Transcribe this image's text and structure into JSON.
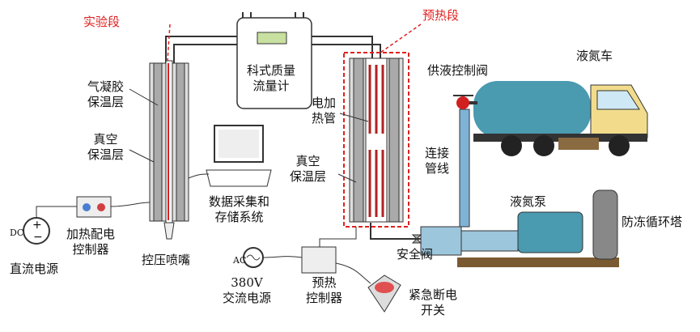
{
  "labels": {
    "test_section": "实验段",
    "preheat_section": "预热段",
    "flowmeter": "科式质量\n流量计",
    "aerogel": "气凝胶\n保温层",
    "vacuum_left": "真空\n保温层",
    "heater_tube": "电加\n热管",
    "vacuum_right": "真空\n保温层",
    "supply_valve": "供液控制阀",
    "tanker": "液氮车",
    "connecting_pipe": "连接\n管线",
    "daq": "数据采集和\n存储系统",
    "pump": "液氮泵",
    "antifreeze_tower": "防冻循环塔",
    "dc": "DC",
    "heating_controller": "加热配电\n控制器",
    "dc_power": "直流电源",
    "nozzle": "控压喷嘴",
    "safety_valve": "安全阀",
    "ac": "AC",
    "ac_power": "380V\n交流电源",
    "preheat_controller": "预热\n控制器",
    "emergency_switch": "紧急断电\n开关"
  },
  "colors": {
    "accent": "#e02020",
    "pipe": "#7fb3d5",
    "tank": "#4a9ab0",
    "truck_cab": "#f2dc8c"
  }
}
